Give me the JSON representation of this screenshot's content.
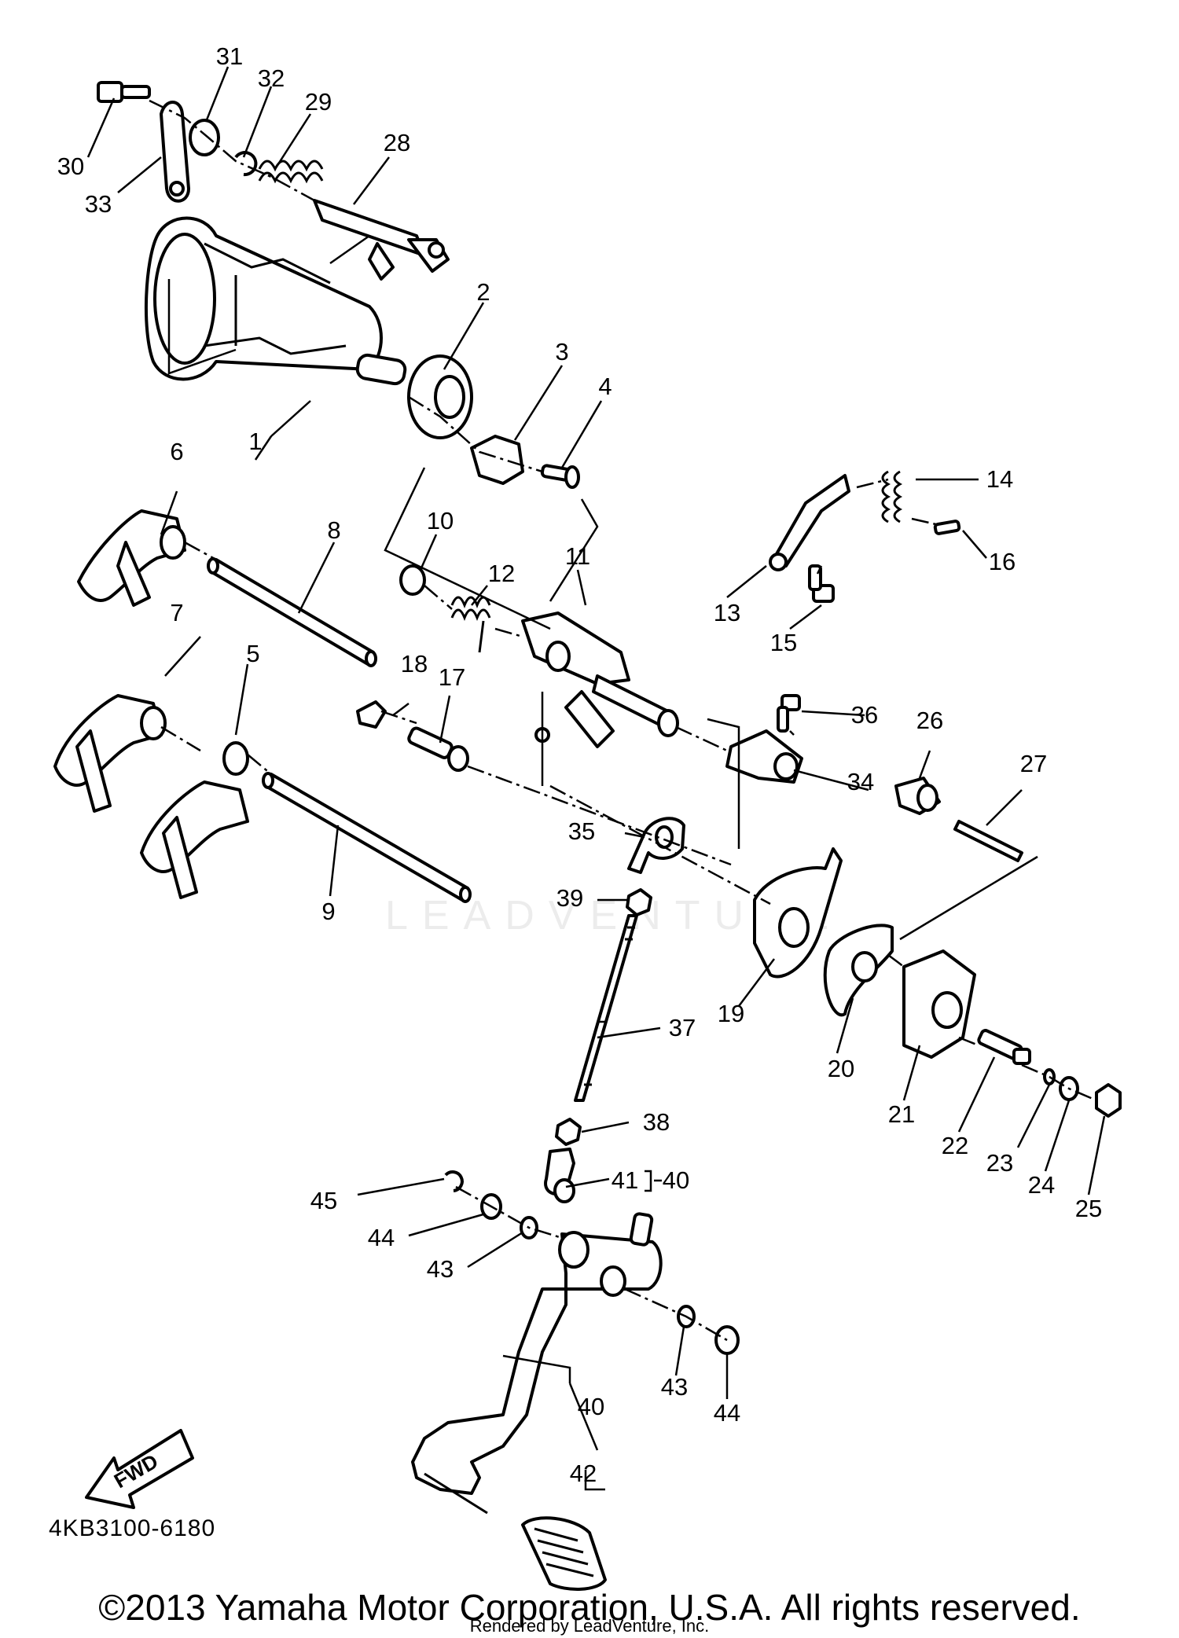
{
  "diagram": {
    "callouts": [
      "1",
      "2",
      "3",
      "4",
      "5",
      "6",
      "7",
      "8",
      "9",
      "10",
      "11",
      "12",
      "13",
      "14",
      "15",
      "16",
      "17",
      "18",
      "19",
      "20",
      "21",
      "22",
      "23",
      "24",
      "25",
      "26",
      "27",
      "28",
      "29",
      "30",
      "31",
      "32",
      "33",
      "34",
      "35",
      "36",
      "37",
      "38",
      "39",
      "40",
      "41",
      "42",
      "43",
      "44",
      "45"
    ],
    "fwd_label": "FWD",
    "diagram_code": "4KB3100-6180",
    "bracket_label_41": "41",
    "bracket_label_40": "40"
  },
  "watermark": "LEADVENTURE",
  "footer": {
    "copyright": "©2013 Yamaha Motor Corporation, U.S.A. All rights reserved.",
    "rendered_by": "Rendered by LeadVenture, Inc."
  }
}
